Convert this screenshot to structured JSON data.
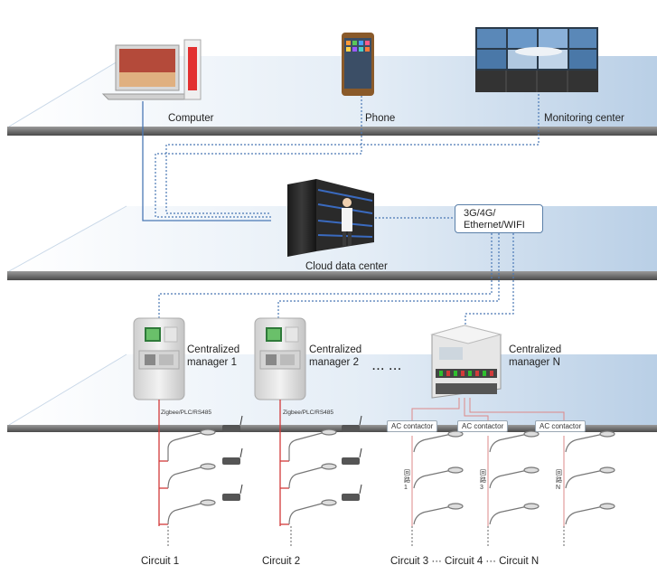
{
  "devices": {
    "computer": "Computer",
    "phone": "Phone",
    "monitoring": "Monitoring center",
    "cloud": "Cloud data center"
  },
  "network": {
    "line1": "3G/4G/",
    "line2": "Ethernet/WIFI"
  },
  "managers": [
    {
      "line1": "Centralized",
      "line2": "manager 1"
    },
    {
      "line1": "Centralized",
      "line2": "manager 2"
    },
    {
      "line1": "Centralized",
      "line2": "manager N"
    }
  ],
  "ellipsis": "···  ···",
  "protocol": "Zigbee/PLC/RS485",
  "contactor": "AC contactor",
  "loops": [
    "回路1",
    "回路3",
    "回路N"
  ],
  "circuits": {
    "c1": "Circuit 1",
    "c2": "Circuit 2",
    "row": "Circuit 3 ···  Circuit 4  ···  Circuit N"
  },
  "colors": {
    "wired_link": "#4a78b5",
    "power_line": "#d23a3a",
    "platform": "#b8cde3"
  }
}
